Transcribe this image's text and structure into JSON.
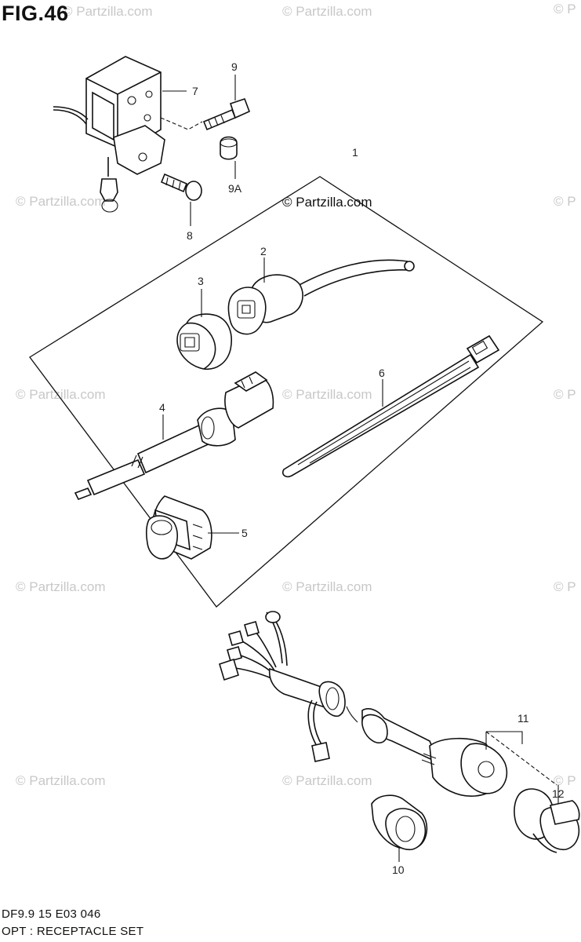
{
  "figure": {
    "title": "FIG.46",
    "footer_code": "DF9.9 15 E03 046",
    "footer_caption": "OPT : RECEPTACLE SET"
  },
  "watermark": {
    "text": "© Partzilla.com",
    "partial_text": "© P"
  },
  "callouts": [
    "1",
    "2",
    "3",
    "4",
    "5",
    "6",
    "7",
    "8",
    "9",
    "9A",
    "10",
    "11",
    "12"
  ]
}
